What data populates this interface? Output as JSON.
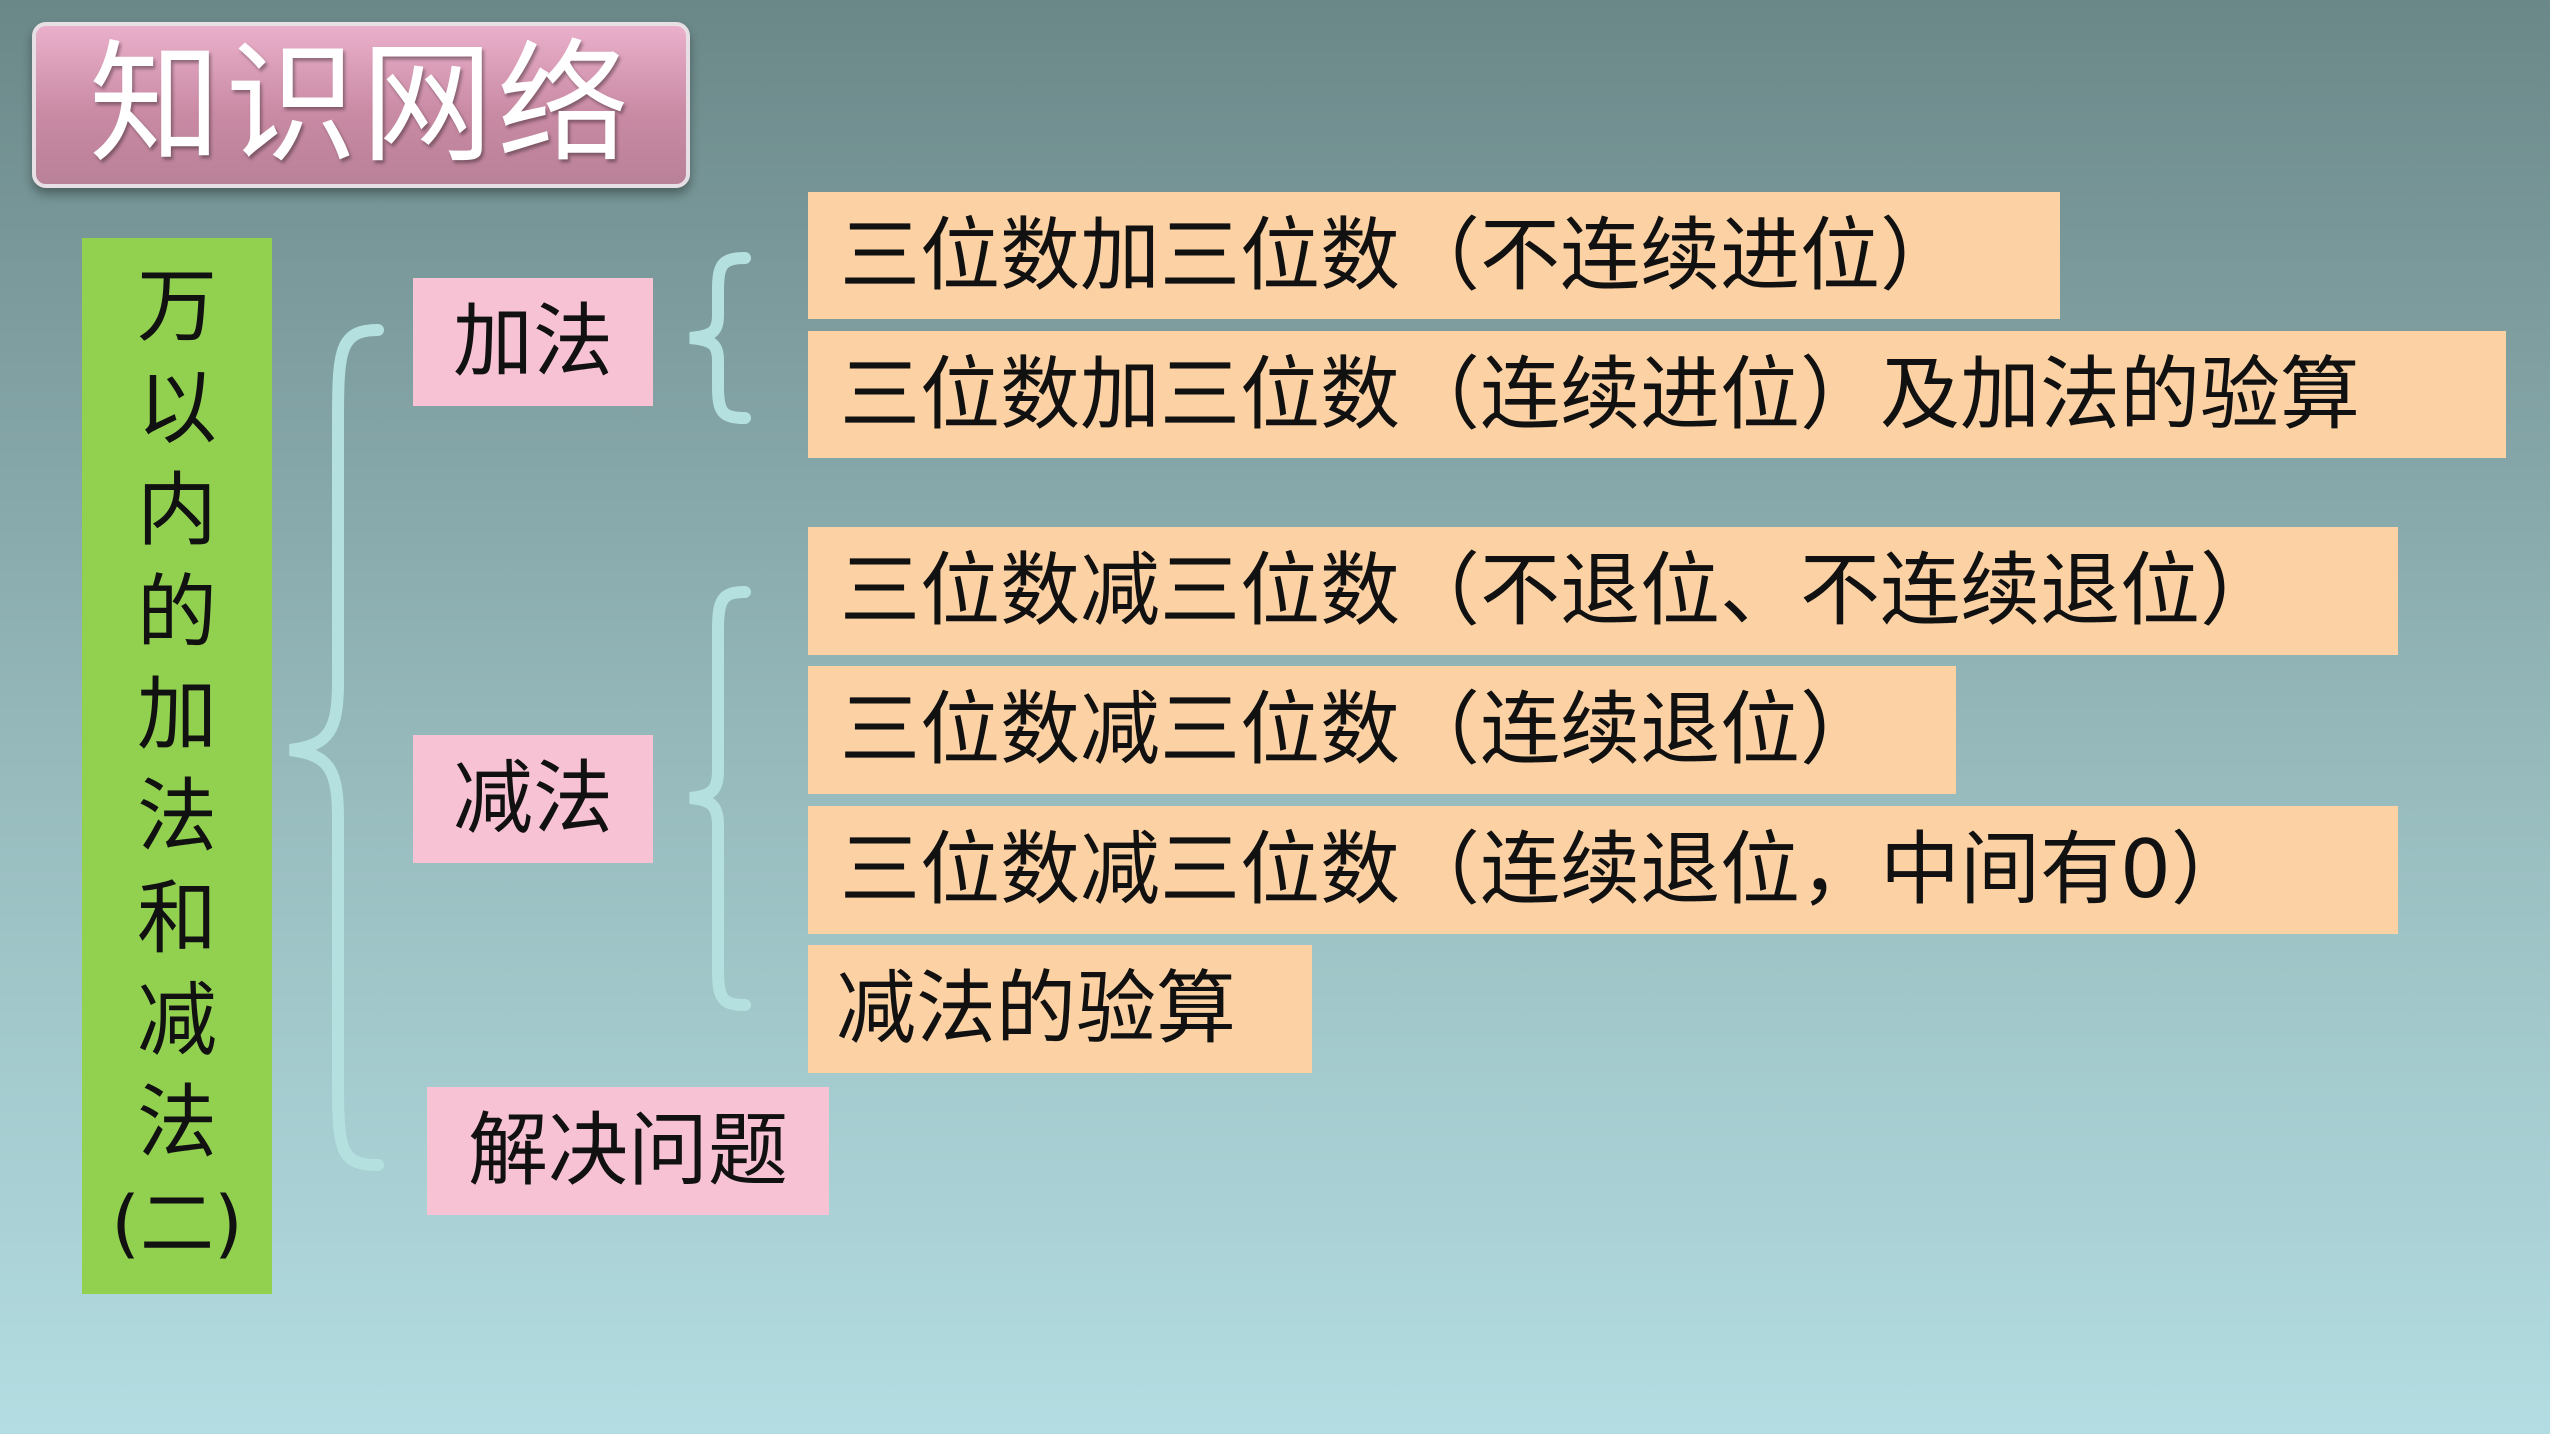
{
  "title": "知识网络",
  "root": {
    "chars": [
      "万",
      "以",
      "内",
      "的",
      "加",
      "法",
      "和",
      "减",
      "法"
    ],
    "paren": "(二)"
  },
  "categories": {
    "addition": "加法",
    "subtraction": "减法",
    "problem_solving": "解决问题"
  },
  "addition_items": [
    "三位数加三位数（不连续进位）",
    "三位数加三位数（连续进位）及加法的验算"
  ],
  "subtraction_items": [
    "三位数减三位数（不退位、不连续退位）",
    "三位数减三位数（连续退位）",
    "三位数减三位数（连续退位，中间有0）",
    "减法的验算"
  ],
  "colors": {
    "title_pink": "#d99ab5",
    "root_green": "#92d050",
    "category_pink": "#f7c3d4",
    "item_peach": "#fcd2a4",
    "brace": "#b5e0e0"
  }
}
